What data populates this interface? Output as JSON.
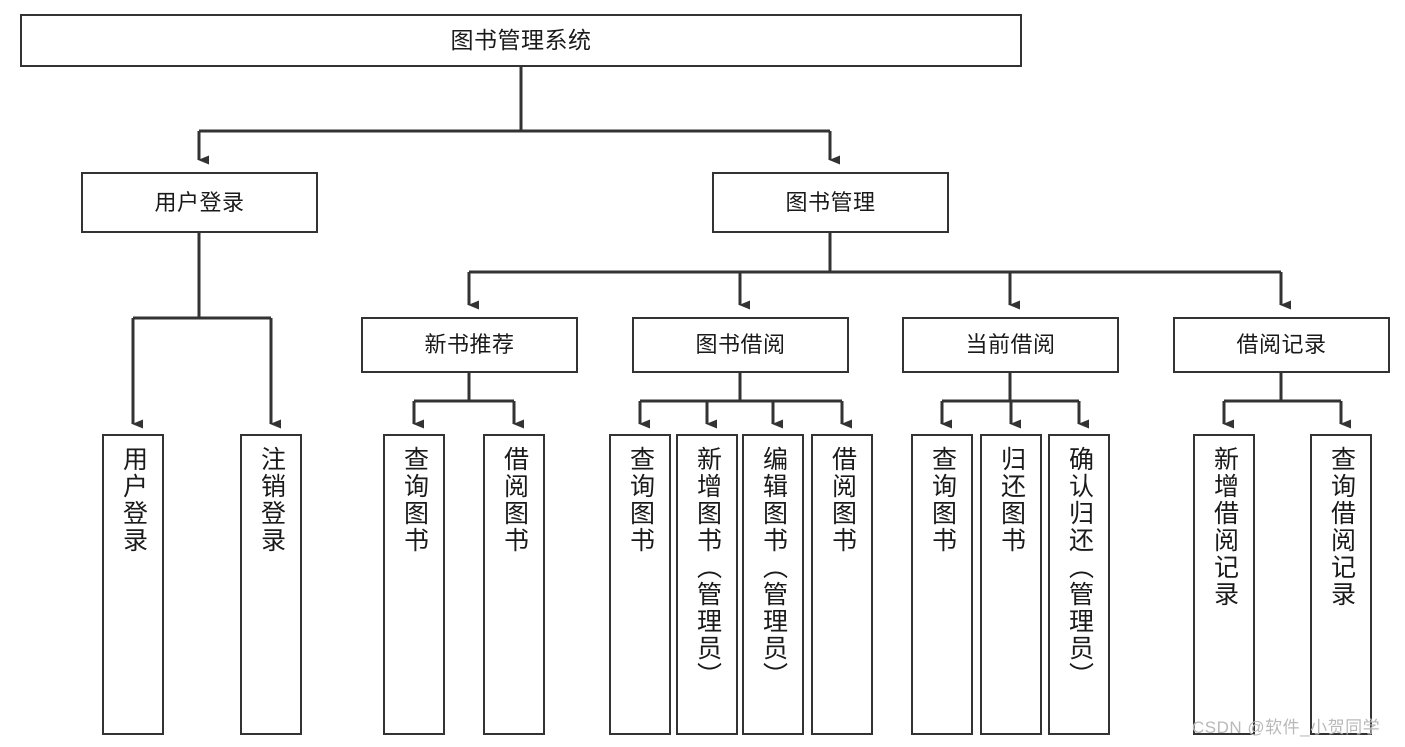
{
  "diagram": {
    "title": "图书管理系统",
    "type": "tree-hierarchy",
    "root": {
      "id": "root",
      "label": "图书管理系统"
    },
    "level2": [
      {
        "id": "user-login",
        "label": "用户登录"
      },
      {
        "id": "book-manage",
        "label": "图书管理"
      }
    ],
    "level3": [
      {
        "id": "new-book-recommend",
        "label": "新书推荐",
        "parent": "book-manage"
      },
      {
        "id": "book-borrow",
        "label": "图书借阅",
        "parent": "book-manage"
      },
      {
        "id": "current-borrow",
        "label": "当前借阅",
        "parent": "book-manage"
      },
      {
        "id": "borrow-record",
        "label": "借阅记录",
        "parent": "book-manage"
      }
    ],
    "leaves": [
      {
        "id": "leaf-user-login",
        "label": "用户登录",
        "parent": "user-login"
      },
      {
        "id": "leaf-logout-login",
        "label": "注销登录",
        "parent": "user-login"
      },
      {
        "id": "leaf-query-book-1",
        "label": "查询图书",
        "parent": "new-book-recommend"
      },
      {
        "id": "leaf-borrow-book-1",
        "label": "借阅图书",
        "parent": "new-book-recommend"
      },
      {
        "id": "leaf-query-book-2",
        "label": "查询图书",
        "parent": "book-borrow"
      },
      {
        "id": "leaf-add-book",
        "label": "新增图书（管理员）",
        "parent": "book-borrow"
      },
      {
        "id": "leaf-edit-book",
        "label": "编辑图书（管理员）",
        "parent": "book-borrow"
      },
      {
        "id": "leaf-borrow-book-2",
        "label": "借阅图书",
        "parent": "book-borrow"
      },
      {
        "id": "leaf-query-book-3",
        "label": "查询图书",
        "parent": "current-borrow"
      },
      {
        "id": "leaf-return-book",
        "label": "归还图书",
        "parent": "current-borrow"
      },
      {
        "id": "leaf-confirm-return",
        "label": "确认归还（管理员）",
        "parent": "current-borrow"
      },
      {
        "id": "leaf-add-record",
        "label": "新增借阅记录",
        "parent": "borrow-record"
      },
      {
        "id": "leaf-query-record",
        "label": "查询借阅记录",
        "parent": "borrow-record"
      }
    ],
    "watermark": "CSDN @软件_小贺同学",
    "colors": {
      "stroke": "#333333",
      "background": "#ffffff",
      "text": "#1a1a1a",
      "watermark": "#b9b9b9"
    }
  }
}
